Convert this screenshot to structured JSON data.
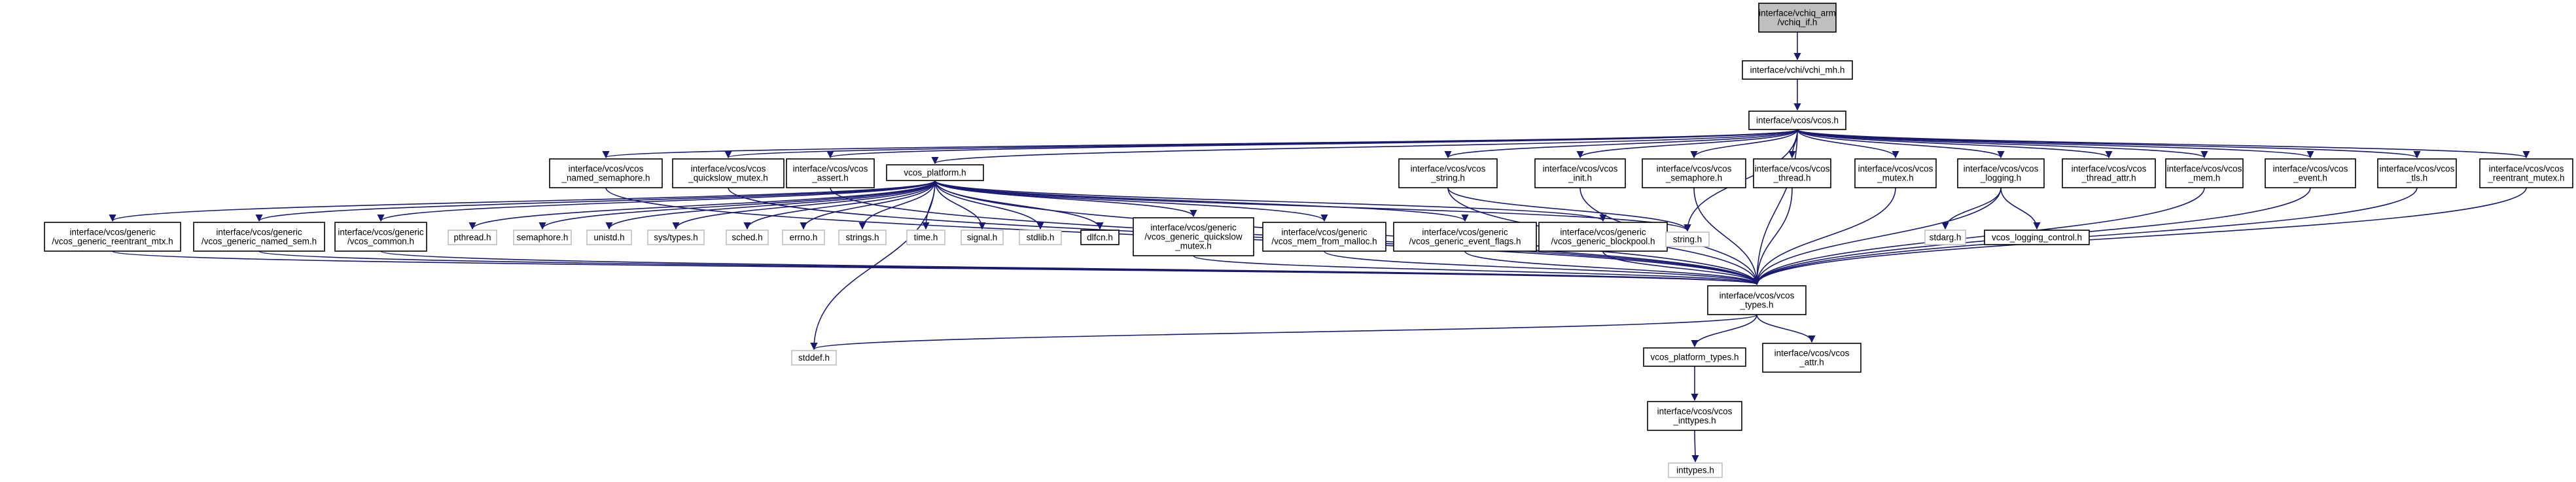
{
  "graph": {
    "title": "interface/vchiq_arm/vchiq_if.h include dependency graph",
    "colors": {
      "edge": "#191970",
      "node_border": "#000000",
      "system_border": "#bfbfbf",
      "root_fill": "#bfbfbf"
    },
    "nodes": [
      {
        "id": "root",
        "lines": [
          "interface/vchiq_arm",
          "/vchiq_if.h"
        ],
        "kind": "root"
      },
      {
        "id": "vchi_mh",
        "lines": [
          "interface/vchi/vchi_mh.h"
        ],
        "kind": "file"
      },
      {
        "id": "vcos",
        "lines": [
          "interface/vcos/vcos.h"
        ],
        "kind": "file"
      },
      {
        "id": "named_sem",
        "lines": [
          "interface/vcos/vcos",
          "_named_semaphore.h"
        ],
        "kind": "file"
      },
      {
        "id": "qs_mutex",
        "lines": [
          "interface/vcos/vcos",
          "_quickslow_mutex.h"
        ],
        "kind": "file"
      },
      {
        "id": "assert",
        "lines": [
          "interface/vcos/vcos",
          "_assert.h"
        ],
        "kind": "file"
      },
      {
        "id": "platform",
        "lines": [
          "vcos_platform.h"
        ],
        "kind": "file"
      },
      {
        "id": "vstring",
        "lines": [
          "interface/vcos/vcos",
          "_string.h"
        ],
        "kind": "file"
      },
      {
        "id": "init",
        "lines": [
          "interface/vcos/vcos",
          "_init.h"
        ],
        "kind": "file"
      },
      {
        "id": "semaphore",
        "lines": [
          "interface/vcos/vcos",
          "_semaphore.h"
        ],
        "kind": "file"
      },
      {
        "id": "thread",
        "lines": [
          "interface/vcos/vcos",
          "_thread.h"
        ],
        "kind": "file"
      },
      {
        "id": "mutex",
        "lines": [
          "interface/vcos/vcos",
          "_mutex.h"
        ],
        "kind": "file"
      },
      {
        "id": "logging",
        "lines": [
          "interface/vcos/vcos",
          "_logging.h"
        ],
        "kind": "file"
      },
      {
        "id": "thread_attr",
        "lines": [
          "interface/vcos/vcos",
          "_thread_attr.h"
        ],
        "kind": "file"
      },
      {
        "id": "mem",
        "lines": [
          "interface/vcos/vcos",
          "_mem.h"
        ],
        "kind": "file"
      },
      {
        "id": "event",
        "lines": [
          "interface/vcos/vcos",
          "_event.h"
        ],
        "kind": "file"
      },
      {
        "id": "tls",
        "lines": [
          "interface/vcos/vcos",
          "_tls.h"
        ],
        "kind": "file"
      },
      {
        "id": "reentrant",
        "lines": [
          "interface/vcos/vcos",
          "_reentrant_mutex.h"
        ],
        "kind": "file"
      },
      {
        "id": "gen_rmtx",
        "lines": [
          "interface/vcos/generic",
          "/vcos_generic_reentrant_mtx.h"
        ],
        "kind": "file"
      },
      {
        "id": "gen_nsem",
        "lines": [
          "interface/vcos/generic",
          "/vcos_generic_named_sem.h"
        ],
        "kind": "file"
      },
      {
        "id": "gen_common",
        "lines": [
          "interface/vcos/generic",
          "/vcos_common.h"
        ],
        "kind": "file"
      },
      {
        "id": "pthread",
        "lines": [
          "pthread.h"
        ],
        "kind": "system"
      },
      {
        "id": "semaphore_h",
        "lines": [
          "semaphore.h"
        ],
        "kind": "system"
      },
      {
        "id": "unistd",
        "lines": [
          "unistd.h"
        ],
        "kind": "system"
      },
      {
        "id": "systypes",
        "lines": [
          "sys/types.h"
        ],
        "kind": "system"
      },
      {
        "id": "sched",
        "lines": [
          "sched.h"
        ],
        "kind": "system"
      },
      {
        "id": "errno",
        "lines": [
          "errno.h"
        ],
        "kind": "system"
      },
      {
        "id": "strings",
        "lines": [
          "strings.h"
        ],
        "kind": "system"
      },
      {
        "id": "time",
        "lines": [
          "time.h"
        ],
        "kind": "system"
      },
      {
        "id": "signal",
        "lines": [
          "signal.h"
        ],
        "kind": "system"
      },
      {
        "id": "stdlib",
        "lines": [
          "stdlib.h"
        ],
        "kind": "system"
      },
      {
        "id": "dlfcn",
        "lines": [
          "dlfcn.h"
        ],
        "kind": "file"
      },
      {
        "id": "gen_qsm",
        "lines": [
          "interface/vcos/generic",
          "/vcos_generic_quickslow",
          "_mutex.h"
        ],
        "kind": "file"
      },
      {
        "id": "gen_malloc",
        "lines": [
          "interface/vcos/generic",
          "/vcos_mem_from_malloc.h"
        ],
        "kind": "file"
      },
      {
        "id": "gen_evflags",
        "lines": [
          "interface/vcos/generic",
          "/vcos_generic_event_flags.h"
        ],
        "kind": "file"
      },
      {
        "id": "gen_blockpool",
        "lines": [
          "interface/vcos/generic",
          "/vcos_generic_blockpool.h"
        ],
        "kind": "file"
      },
      {
        "id": "string_h",
        "lines": [
          "string.h"
        ],
        "kind": "system"
      },
      {
        "id": "stdarg",
        "lines": [
          "stdarg.h"
        ],
        "kind": "system"
      },
      {
        "id": "logctl",
        "lines": [
          "vcos_logging_control.h"
        ],
        "kind": "file"
      },
      {
        "id": "types",
        "lines": [
          "interface/vcos/vcos",
          "_types.h"
        ],
        "kind": "file"
      },
      {
        "id": "stddef",
        "lines": [
          "stddef.h"
        ],
        "kind": "system"
      },
      {
        "id": "ptypes",
        "lines": [
          "vcos_platform_types.h"
        ],
        "kind": "file"
      },
      {
        "id": "vattr",
        "lines": [
          "interface/vcos/vcos",
          "_attr.h"
        ],
        "kind": "file"
      },
      {
        "id": "vinttypes",
        "lines": [
          "interface/vcos/vcos",
          "_inttypes.h"
        ],
        "kind": "file"
      },
      {
        "id": "inttypes",
        "lines": [
          "inttypes.h"
        ],
        "kind": "system"
      }
    ],
    "edges": [
      [
        "root",
        "vchi_mh"
      ],
      [
        "vchi_mh",
        "vcos"
      ],
      [
        "vcos",
        "named_sem"
      ],
      [
        "vcos",
        "qs_mutex"
      ],
      [
        "vcos",
        "assert"
      ],
      [
        "vcos",
        "platform"
      ],
      [
        "vcos",
        "vstring"
      ],
      [
        "vcos",
        "init"
      ],
      [
        "vcos",
        "semaphore"
      ],
      [
        "vcos",
        "thread"
      ],
      [
        "vcos",
        "mutex"
      ],
      [
        "vcos",
        "logging"
      ],
      [
        "vcos",
        "thread_attr"
      ],
      [
        "vcos",
        "mem"
      ],
      [
        "vcos",
        "event"
      ],
      [
        "vcos",
        "tls"
      ],
      [
        "vcos",
        "reentrant"
      ],
      [
        "vcos",
        "types"
      ],
      [
        "vcos",
        "string_h"
      ],
      [
        "named_sem",
        "types"
      ],
      [
        "qs_mutex",
        "types"
      ],
      [
        "assert",
        "types"
      ],
      [
        "platform",
        "gen_rmtx"
      ],
      [
        "platform",
        "gen_nsem"
      ],
      [
        "platform",
        "gen_common"
      ],
      [
        "platform",
        "pthread"
      ],
      [
        "platform",
        "semaphore_h"
      ],
      [
        "platform",
        "unistd"
      ],
      [
        "platform",
        "systypes"
      ],
      [
        "platform",
        "sched"
      ],
      [
        "platform",
        "errno"
      ],
      [
        "platform",
        "strings"
      ],
      [
        "platform",
        "time"
      ],
      [
        "platform",
        "signal"
      ],
      [
        "platform",
        "stdlib"
      ],
      [
        "platform",
        "dlfcn"
      ],
      [
        "platform",
        "gen_qsm"
      ],
      [
        "platform",
        "gen_malloc"
      ],
      [
        "platform",
        "gen_evflags"
      ],
      [
        "platform",
        "gen_blockpool"
      ],
      [
        "platform",
        "string_h"
      ],
      [
        "platform",
        "types"
      ],
      [
        "platform",
        "stddef"
      ],
      [
        "gen_rmtx",
        "types"
      ],
      [
        "gen_nsem",
        "types"
      ],
      [
        "gen_common",
        "types"
      ],
      [
        "gen_qsm",
        "types"
      ],
      [
        "gen_malloc",
        "types"
      ],
      [
        "gen_evflags",
        "types"
      ],
      [
        "gen_blockpool",
        "types"
      ],
      [
        "vstring",
        "string_h"
      ],
      [
        "vstring",
        "types"
      ],
      [
        "init",
        "types"
      ],
      [
        "semaphore",
        "types"
      ],
      [
        "thread",
        "types"
      ],
      [
        "mutex",
        "types"
      ],
      [
        "logging",
        "stdarg"
      ],
      [
        "logging",
        "logctl"
      ],
      [
        "logging",
        "types"
      ],
      [
        "mem",
        "types"
      ],
      [
        "event",
        "types"
      ],
      [
        "tls",
        "types"
      ],
      [
        "reentrant",
        "types"
      ],
      [
        "types",
        "ptypes"
      ],
      [
        "types",
        "vattr"
      ],
      [
        "types",
        "stddef"
      ],
      [
        "ptypes",
        "vinttypes"
      ],
      [
        "vinttypes",
        "inttypes"
      ]
    ]
  }
}
